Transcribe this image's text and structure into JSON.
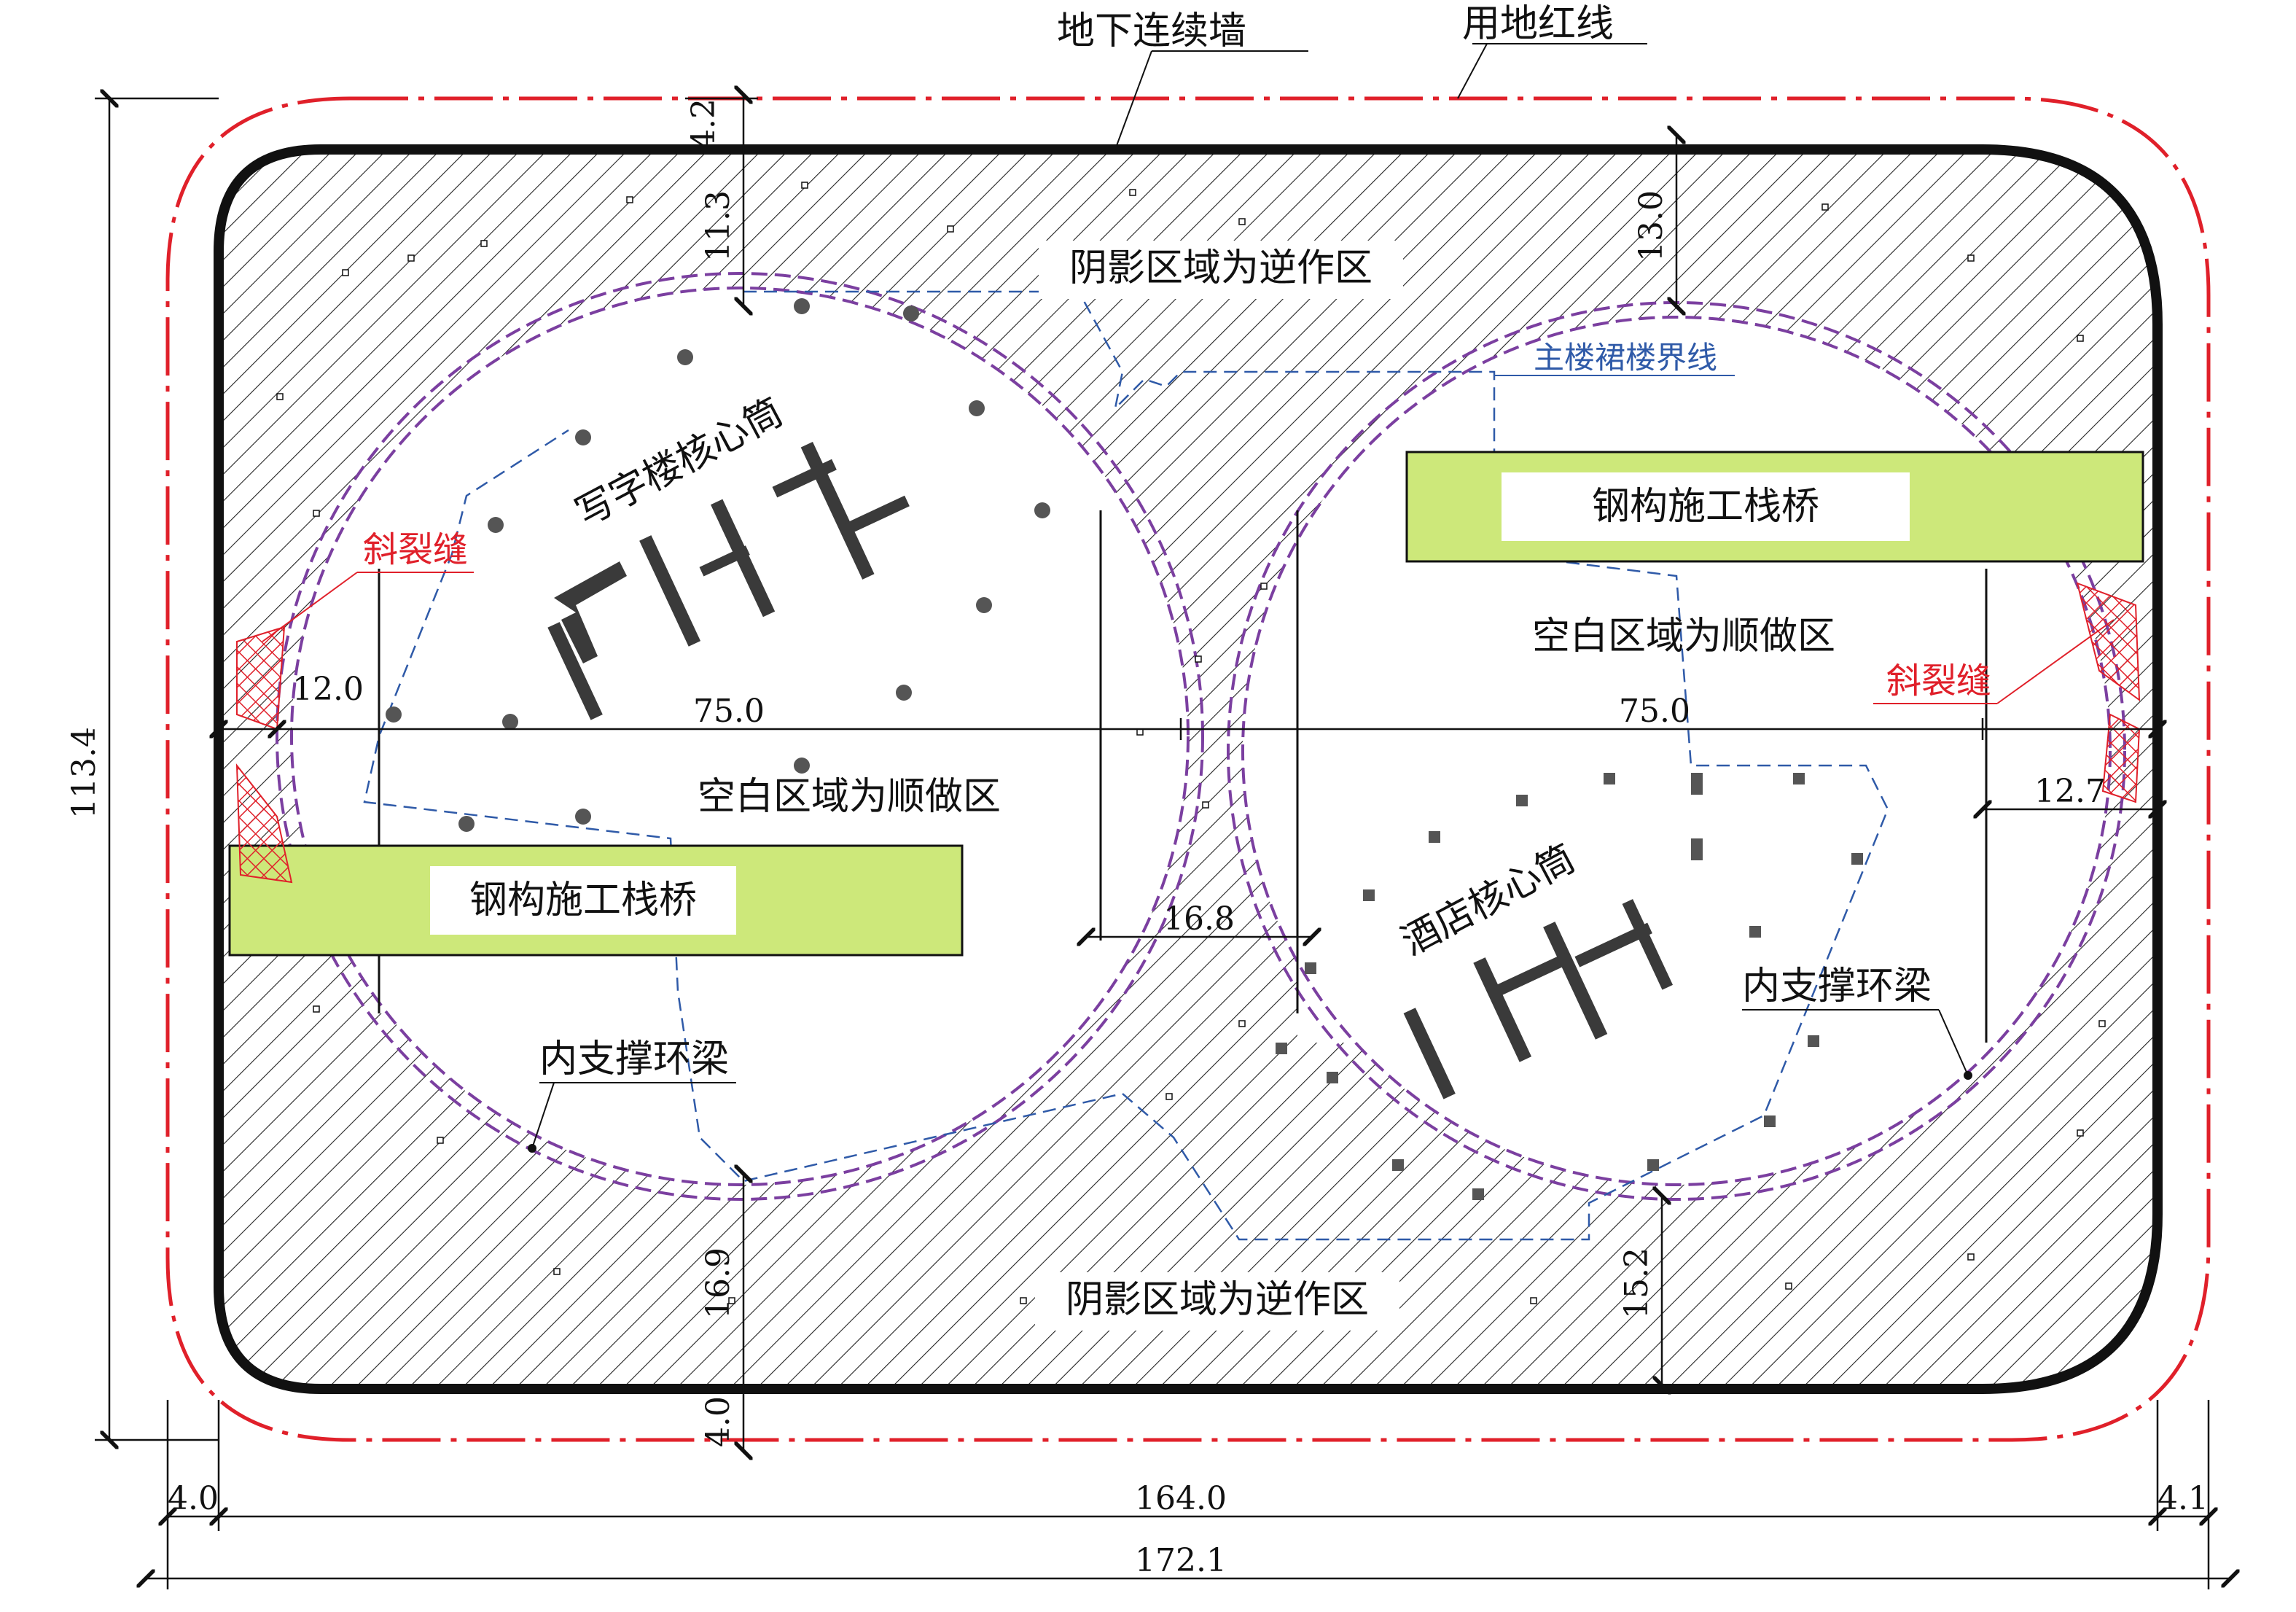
{
  "labels": {
    "diaphragm_wall": "地下连续墙",
    "red_line": "用地红线",
    "reverse_zone_top": "阴影区域为逆作区",
    "reverse_zone_bottom": "阴影区域为逆作区",
    "main_podium_boundary": "主楼裙楼界线",
    "office_core": "写字楼核心筒",
    "hotel_core": "酒店核心筒",
    "diagonal_crack_left": "斜裂缝",
    "diagonal_crack_right": "斜裂缝",
    "steel_trestle_right": "钢构施工栈桥",
    "steel_trestle_left": "钢构施工栈桥",
    "forward_zone_left": "空白区域为顺做区",
    "forward_zone_right": "空白区域为顺做区",
    "ring_beam_left": "内支撑环梁",
    "ring_beam_right": "内支撑环梁"
  },
  "dimensions": {
    "top_wall_gap": "4.2",
    "top_left_depth": "11.3",
    "top_right_depth": "13.0",
    "left_offset": "12.0",
    "left_span": "75.0",
    "right_span": "75.0",
    "right_offset": "12.7",
    "middle_width": "16.8",
    "bottom_left_depth": "16.9",
    "bottom_right_depth": "15.2",
    "bottom_wall_gap": "4.0",
    "total_height": "113.4",
    "left_edge_gap": "4.0",
    "inner_width": "164.0",
    "right_edge_gap": "4.1",
    "total_width": "172.1"
  },
  "colors": {
    "red_line": "#e0202a",
    "wall": "#111111",
    "ring_beam": "#7b3fa0",
    "boundary_line": "#2f5aa8",
    "trestle_fill": "#cde87a",
    "hatch": "#222222",
    "crack": "#e0202a"
  }
}
